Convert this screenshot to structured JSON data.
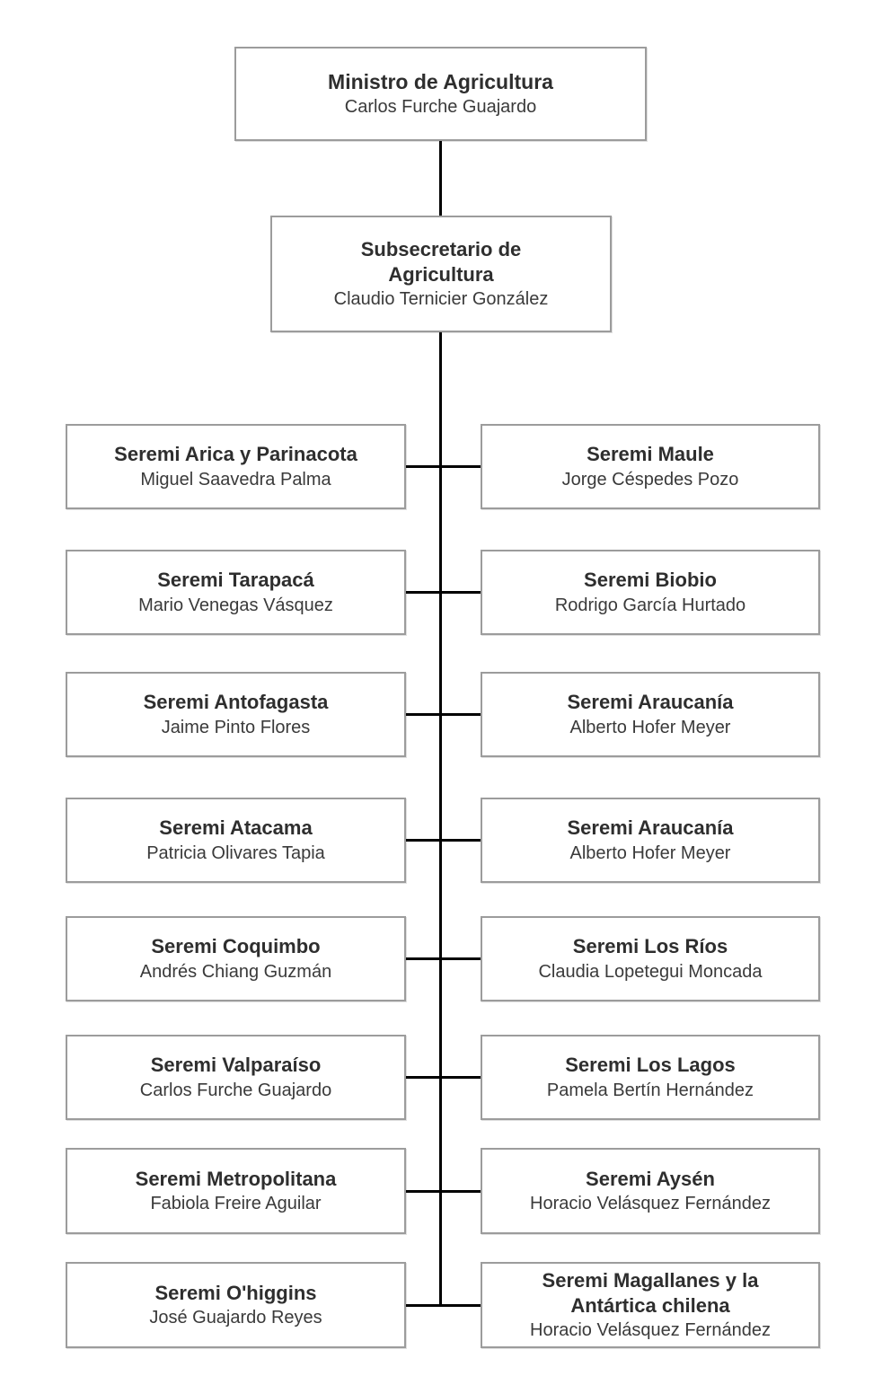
{
  "org_chart": {
    "root": {
      "title": "Ministro de Agricultura",
      "name": "Carlos Furche Guajardo"
    },
    "deputy": {
      "title": "Subsecretario de\nAgricultura",
      "name": "Claudio Ternicier González"
    },
    "rows": [
      {
        "left": {
          "title": "Seremi Arica y Parinacota",
          "name": "Miguel Saavedra Palma"
        },
        "right": {
          "title": "Seremi Maule",
          "name": "Jorge Céspedes Pozo"
        }
      },
      {
        "left": {
          "title": "Seremi Tarapacá",
          "name": "Mario Venegas Vásquez"
        },
        "right": {
          "title": "Seremi Biobio",
          "name": "Rodrigo García Hurtado"
        }
      },
      {
        "left": {
          "title": "Seremi Antofagasta",
          "name": "Jaime Pinto Flores"
        },
        "right": {
          "title": "Seremi Araucanía",
          "name": "Alberto Hofer Meyer"
        }
      },
      {
        "left": {
          "title": "Seremi Atacama",
          "name": "Patricia Olivares Tapia"
        },
        "right": {
          "title": "Seremi Araucanía",
          "name": "Alberto Hofer Meyer"
        }
      },
      {
        "left": {
          "title": "Seremi Coquimbo",
          "name": "Andrés Chiang Guzmán"
        },
        "right": {
          "title": "Seremi Los Ríos",
          "name": "Claudia Lopetegui Moncada"
        }
      },
      {
        "left": {
          "title": "Seremi Valparaíso",
          "name": "Carlos Furche Guajardo"
        },
        "right": {
          "title": "Seremi Los Lagos",
          "name": "Pamela Bertín Hernández"
        }
      },
      {
        "left": {
          "title": "Seremi Metropolitana",
          "name": "Fabiola Freire Aguilar"
        },
        "right": {
          "title": "Seremi Aysén",
          "name": "Horacio Velásquez Fernández"
        }
      },
      {
        "left": {
          "title": "Seremi O'higgins",
          "name": "José Guajardo Reyes"
        },
        "right": {
          "title": "Seremi Magallanes y la\nAntártica chilena",
          "name": "Horacio Velásquez Fernández"
        }
      }
    ],
    "colors": {
      "background": "#ffffff",
      "box_border": "#9c9c9c",
      "connector_line": "#000000",
      "title_text": "#2e2e2e",
      "name_text": "#3a3a3a"
    }
  }
}
